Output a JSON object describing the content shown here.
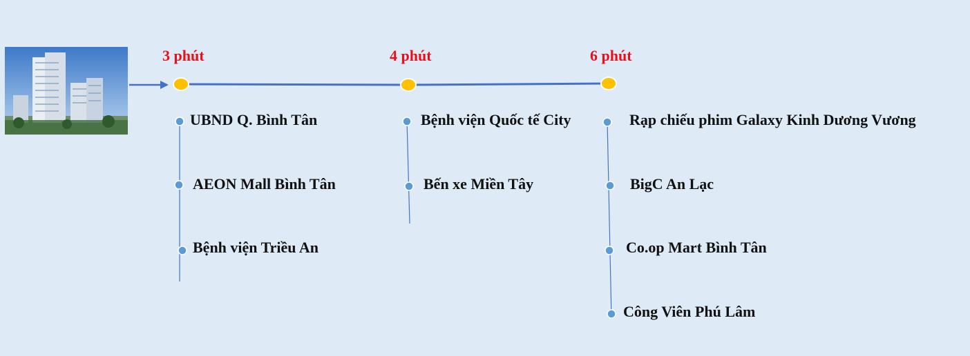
{
  "colors": {
    "background": "#deeaf6",
    "main_line": "#4472c4",
    "stop_fill": "#ffc000",
    "stop_outline": "#ffffff",
    "place_dot": "#5b9bd5",
    "branch_line": "#4472c4",
    "time_text": "#e8101a",
    "place_text": "#111111"
  },
  "image": {
    "icon": "apartment-building-rendering"
  },
  "stops": [
    {
      "time": "3 phút",
      "places": [
        "UBND Q. Bình Tân",
        "AEON Mall Bình Tân",
        "Bệnh viện Triều An"
      ]
    },
    {
      "time": "4 phút",
      "places": [
        "Bệnh viện Quốc tế City",
        "Bến xe Miền Tây"
      ]
    },
    {
      "time": "6 phút",
      "places": [
        "Rạp chiếu phim Galaxy Kinh Dương Vương",
        "BigC An Lạc",
        "Co.op Mart Bình Tân",
        "Công Viên Phú Lâm"
      ]
    }
  ]
}
